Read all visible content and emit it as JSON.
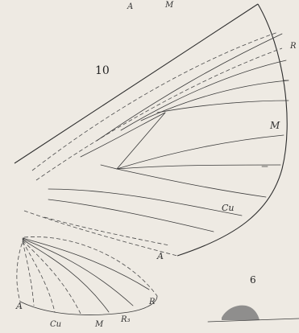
{
  "figure_numbers": {
    "upper": "10",
    "lower": "6"
  },
  "wing_labels": {
    "forewing": {
      "radius": "R",
      "media": "M",
      "cubitus": "Cu",
      "anal": "A"
    },
    "hindwing": {
      "anal": "A",
      "cubitus": "Cu",
      "media": "M",
      "radius_branch": "R₃",
      "radius": "R"
    }
  },
  "top_edge_fragments": [
    "A",
    "M"
  ]
}
